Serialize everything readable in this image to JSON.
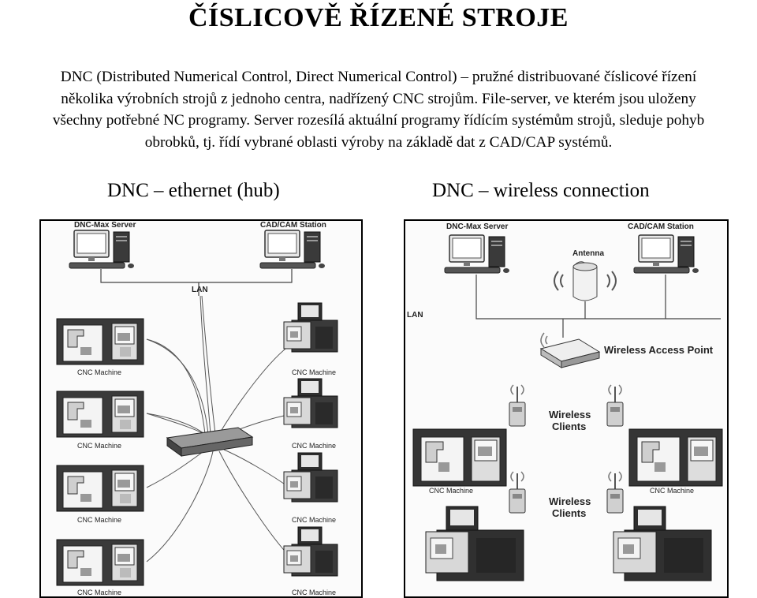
{
  "title": "ČÍSLICOVĚ ŘÍZENÉ STROJE",
  "paragraph": {
    "line1": "DNC (Distributed Numerical Control, Direct Numerical Control) – pružné distribuované číslicové řízení",
    "line2": "několika výrobních strojů z jednoho centra, nadřízený CNC strojům.  File-server, ve kterém jsou uloženy",
    "line3": "všechny potřebné NC programy. Server rozesílá aktuální programy řídícím systémům strojů, sleduje pohyb",
    "line4": "obrobků, tj. řídí vybrané oblasti výroby na základě dat z CAD/CAP systémů."
  },
  "left_diagram": {
    "caption": "DNC – ethernet (hub)",
    "server_label": "DNC-Max Server",
    "station_label": "CAD/CAM Station",
    "lan_label": "LAN",
    "machine_label": "CNC Machine"
  },
  "right_diagram": {
    "caption": "DNC – wireless connection",
    "server_label": "DNC-Max Server",
    "station_label": "CAD/CAM Station",
    "antenna_label": "Antenna",
    "lan_label": "LAN",
    "access_point_label": "Wireless Access Point",
    "clients_label_1": "Wireless",
    "clients_label_2": "Clients",
    "machine_label": "CNC Machine"
  }
}
